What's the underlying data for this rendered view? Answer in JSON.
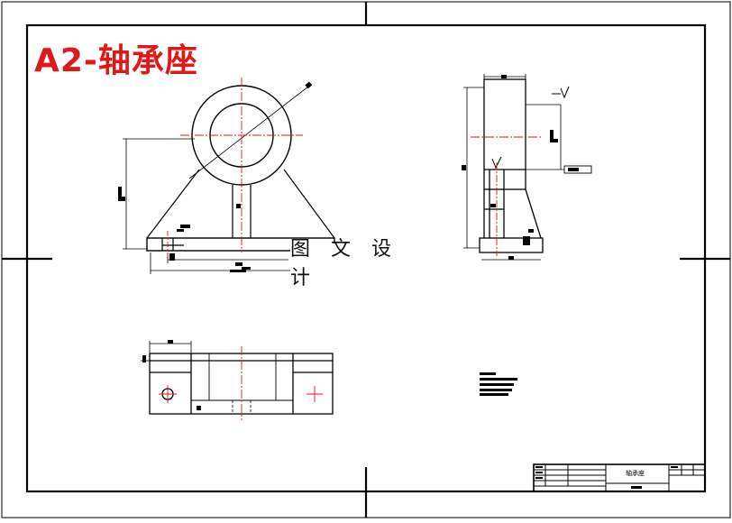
{
  "drawing": {
    "title": "A2-轴承座",
    "watermark": "图 文 设 计",
    "title_block": {
      "part_name": "轴承座"
    }
  },
  "colors": {
    "title_red": "#e01818",
    "line": "#000000",
    "center_line": "#e01818"
  }
}
